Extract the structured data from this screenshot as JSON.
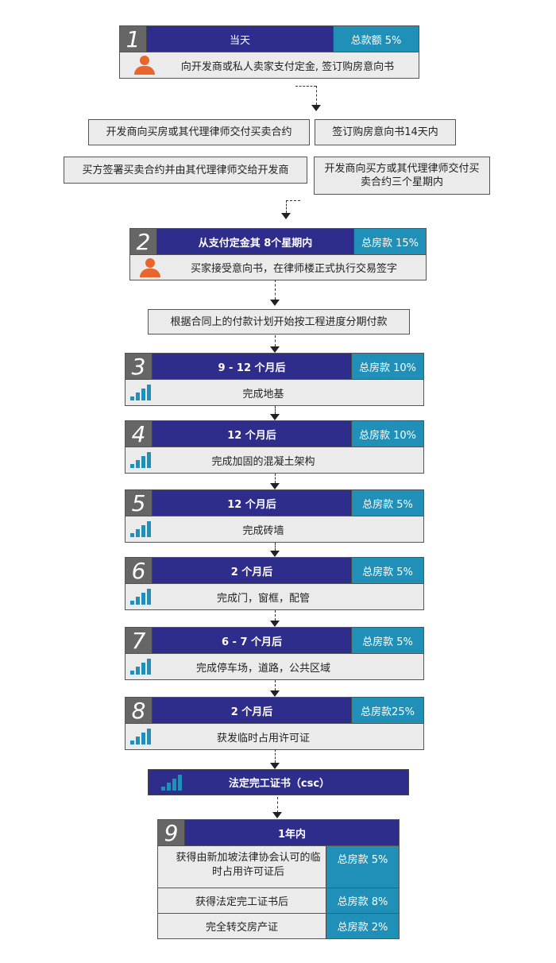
{
  "stage1": {
    "number": "1",
    "title": "当天",
    "badge": "总款额 5%",
    "description": "向开发商或私人卖家支付定金, 签订购房意向书",
    "icon": "person-icon"
  },
  "side_boxes": [
    "开发商向买房或其代理律师交付买卖合约",
    "签订购房意向书14天内",
    "买方签署买卖合约并由其代理律师交给开发商",
    "开发商向买方或其代理律师交付买卖合约三个星期内"
  ],
  "stage2": {
    "number": "2",
    "title": "从支付定金其 8个星期内",
    "badge": "总房款 15%",
    "description": "买家接受意向书，在律师楼正式执行交易签字",
    "icon": "person-icon"
  },
  "installment_note": "根据合同上的付款计划开始按工程进度分期付款",
  "stages": [
    {
      "number": "3",
      "title": "9 - 12 个月后",
      "badge": "总房款 10%",
      "description": "完成地基"
    },
    {
      "number": "4",
      "title": "12 个月后",
      "badge": "总房款 10%",
      "description": "完成加固的混凝土架构"
    },
    {
      "number": "5",
      "title": "12 个月后",
      "badge": "总房款 5%",
      "description": "完成砖墙"
    },
    {
      "number": "6",
      "title": "2 个月后",
      "badge": "总房款 5%",
      "description": "完成门，窗框，配管"
    },
    {
      "number": "7",
      "title": "6 - 7 个月后",
      "badge": "总房款 5%",
      "description": "完成停车场，道路，公共区域"
    },
    {
      "number": "8",
      "title": "2 个月后",
      "badge": "总房款25%",
      "description": "获发临时占用许可证"
    }
  ],
  "csc": {
    "title": "法定完工证书（csc）",
    "icon": "bar-chart-icon"
  },
  "stage9": {
    "number": "9",
    "title": "1年内",
    "rows": [
      {
        "description": "获得由新加坡法律协会认可的临时占用许可证后",
        "badge": "总房款 5%"
      },
      {
        "description": "获得法定完工证书后",
        "badge": "总房款 8%"
      },
      {
        "description": "完全转交房产证",
        "badge": "总房款 2%"
      }
    ]
  },
  "colors": {
    "header": "#2e2d8c",
    "badge": "#2190b8",
    "number_box": "#666666",
    "row": "#ebebeb",
    "person": "#e8652e"
  }
}
